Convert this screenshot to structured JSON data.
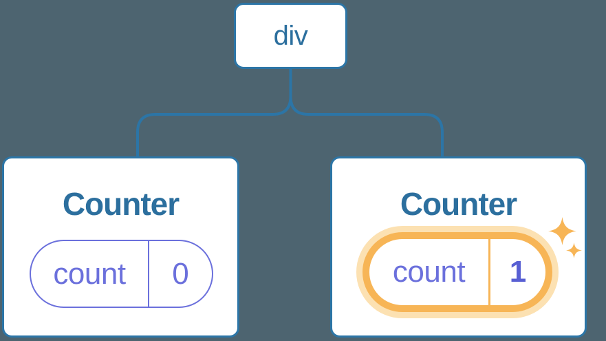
{
  "diagram": {
    "root_label": "div",
    "children": [
      {
        "title": "Counter",
        "state_key": "count",
        "state_value": "0",
        "highlighted": false
      },
      {
        "title": "Counter",
        "state_key": "count",
        "state_value": "1",
        "highlighted": true
      }
    ],
    "icons": {
      "sparkle_large": "sparkle-icon",
      "sparkle_small": "sparkle-icon"
    },
    "colors": {
      "background": "#4d6470",
      "node_border_blue": "#2c75a6",
      "label_blue": "#2c6f9e",
      "state_purple": "#6b70dc",
      "state_value_bold_purple": "#585fd3",
      "highlight_orange": "#f7b556",
      "highlight_halo": "#fce1b2",
      "card_background": "#ffffff"
    }
  }
}
